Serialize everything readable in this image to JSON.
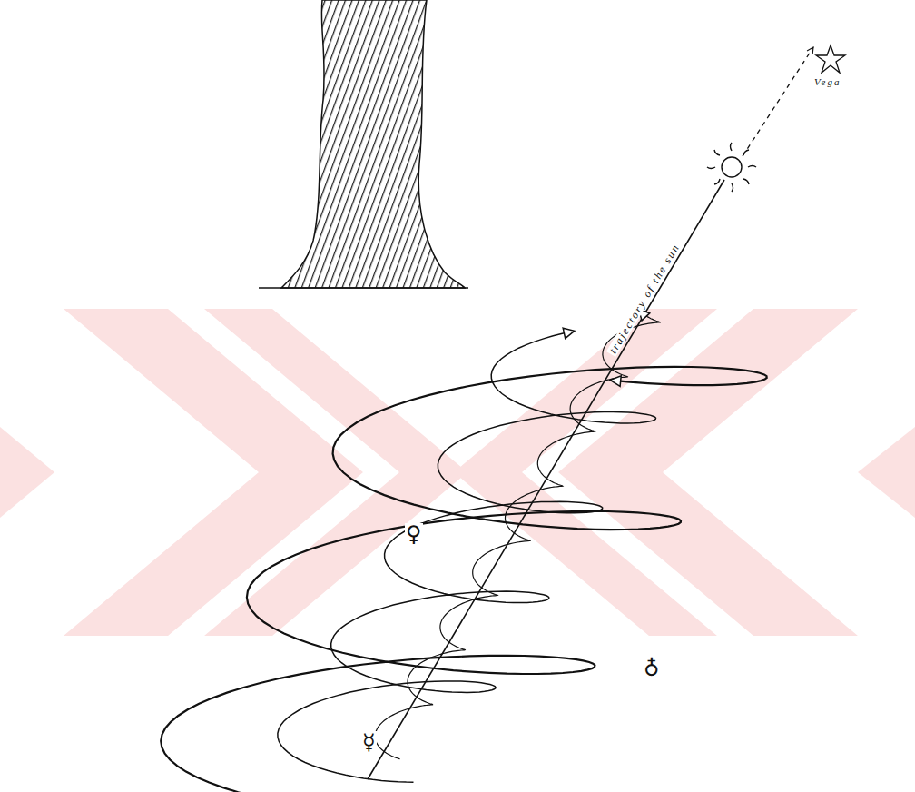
{
  "diagram": {
    "labels": [
      "Vega",
      "trajectory of the sun",
      "♀",
      "♁",
      "☿"
    ]
  }
}
